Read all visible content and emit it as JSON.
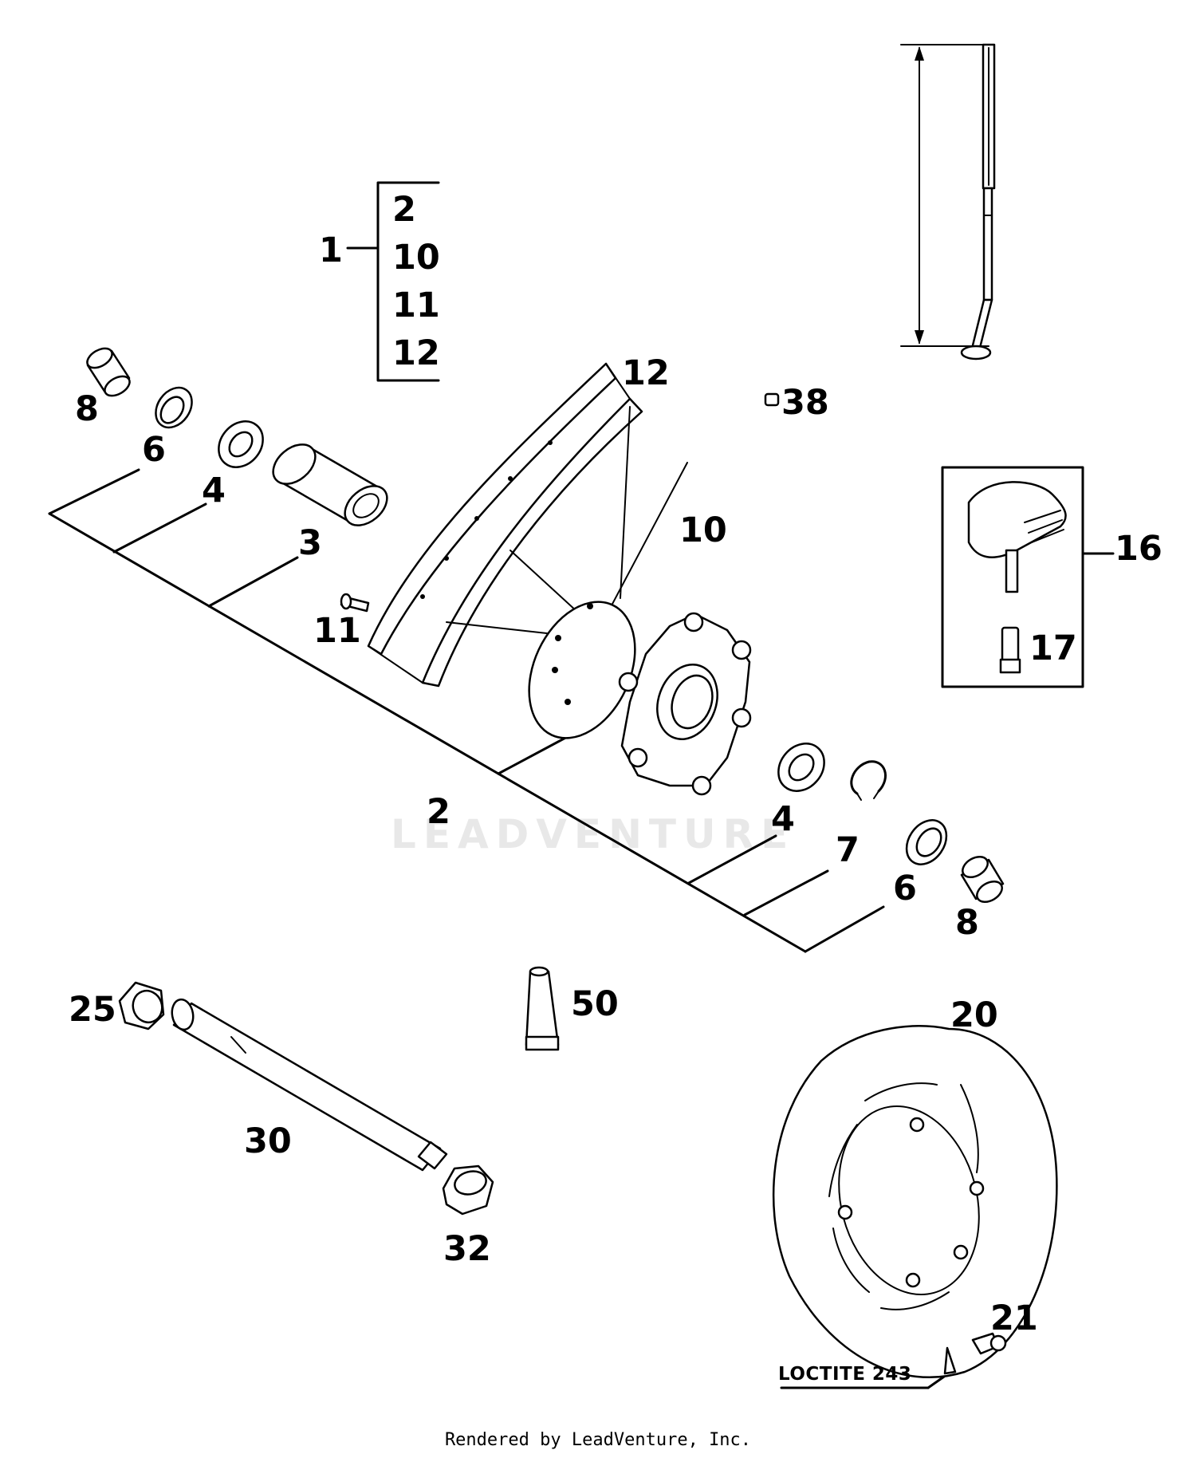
{
  "diagram": {
    "kit": {
      "label": "1",
      "items": [
        "2",
        "10",
        "11",
        "12"
      ]
    },
    "callouts": {
      "c8_left": "8",
      "c6_left": "6",
      "c4_left": "4",
      "c3": "3",
      "c11": "11",
      "c12": "12",
      "c10": "10",
      "c38": "38",
      "c16": "16",
      "c17": "17",
      "c2": "2",
      "c4_right": "4",
      "c7": "7",
      "c6_right": "6",
      "c8_right": "8",
      "c25": "25",
      "c30": "30",
      "c32": "32",
      "c50": "50",
      "c20": "20",
      "c21": "21"
    },
    "note_loctite": "LOCTITE 243",
    "watermark": "LEADVENTURE",
    "footer": "Rendered by LeadVenture, Inc."
  }
}
